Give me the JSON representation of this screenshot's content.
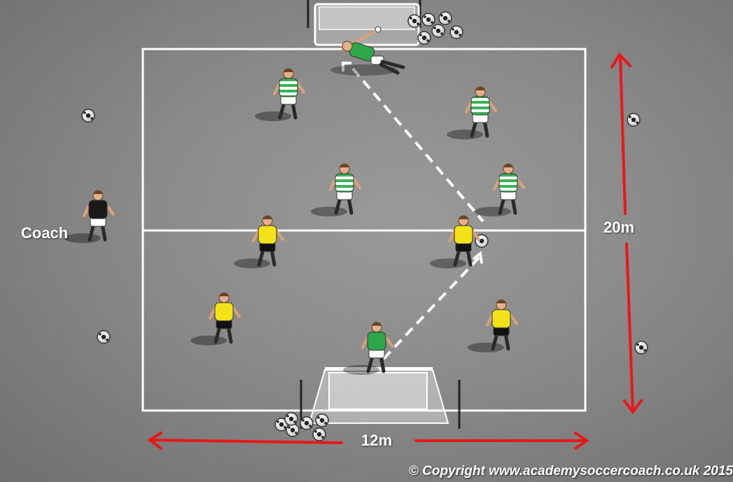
{
  "labels": {
    "coach": "Coach",
    "height": "20m",
    "width": "12m",
    "copyright": "© Copyright www.academysoccercoach.co.uk 2015"
  },
  "colors": {
    "pitch_lines": "#ffffff",
    "dimension_arrows": "#e8171a",
    "pass_lines": "#ffffff",
    "green_team_shirt": "#2ea64a",
    "striped_team_shirt": "#3bb25a",
    "yellow_team_shirt": "#f3e21a",
    "coach_shirt": "#1a1a1a"
  },
  "teams": {
    "goalkeepers": "green-goalkeeper-icon",
    "defenders": "green-white-hoops-player-icon",
    "attackers": "yellow-player-icon",
    "coach": "black-player-icon"
  }
}
